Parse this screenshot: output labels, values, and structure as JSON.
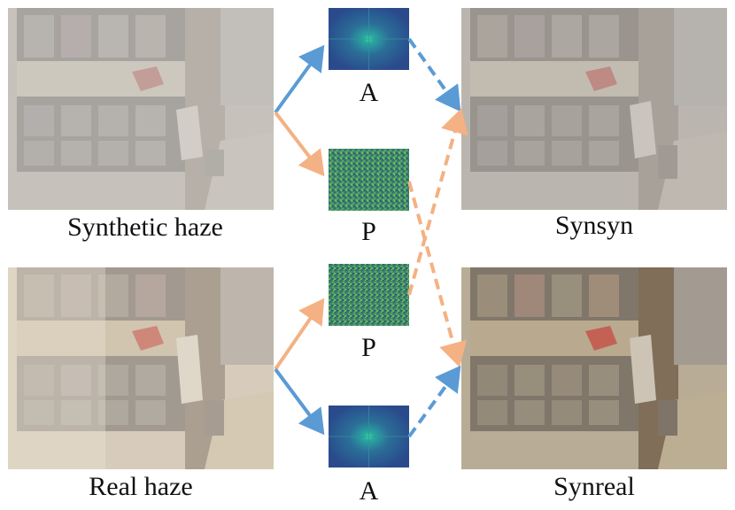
{
  "labels": {
    "synthetic_haze": "Synthetic haze",
    "real_haze": "Real haze",
    "synsyn": "Synsyn",
    "synreal": "Synreal",
    "amp_top": "A",
    "phase_top": "P",
    "phase_bottom": "P",
    "amp_bottom": "A"
  },
  "colors": {
    "amplitude_arrow": "#5b9bd5",
    "phase_arrow": "#f4b183",
    "synthetic_tint": "#c9c4bd",
    "real_tint": "#d8cdb8",
    "amplitude_map": "#2c4d8f",
    "phase_map": "#3f8a6a"
  },
  "icons": {
    "solid_arrow": "solid-arrow-icon",
    "dashed_arrow": "dashed-arrow-icon"
  }
}
